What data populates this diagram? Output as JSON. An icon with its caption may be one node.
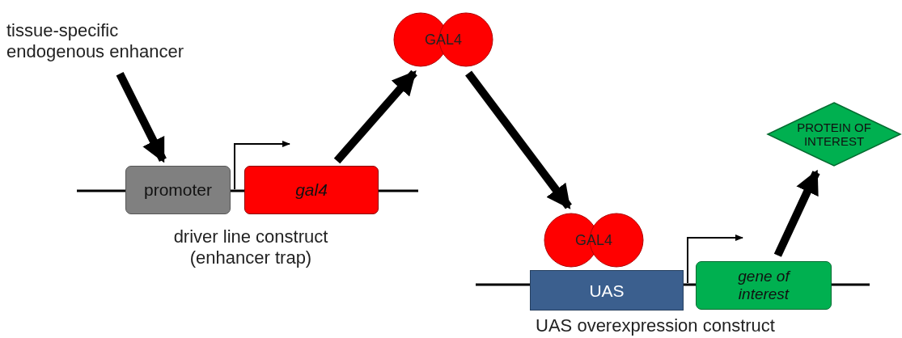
{
  "diagram": {
    "nodes": [
      {
        "text": [
          "tissue-specific endogenous enhancer"
        ]
      },
      {
        "text": [
          "promoter"
        ]
      },
      {
        "text": [
          "gal4"
        ]
      },
      {
        "text": [
          "GAL4"
        ]
      },
      {
        "text": [
          "GAL4"
        ]
      },
      {
        "text": [
          "UAS"
        ]
      },
      {
        "text": [
          "gene of interest"
        ]
      },
      {
        "text": [
          "PROTEIN OF INTEREST"
        ]
      }
    ],
    "edges": [
      {
        "from": 0,
        "to": 1,
        "arrow": "to"
      },
      {
        "from": 2,
        "to": 3,
        "arrow": "to"
      },
      {
        "from": 3,
        "to": 4,
        "arrow": "to"
      },
      {
        "from": 6,
        "to": 7,
        "arrow": "to"
      }
    ],
    "labels": [
      "driver line construct (enhancer trap)",
      "UAS overexpression construct"
    ]
  }
}
